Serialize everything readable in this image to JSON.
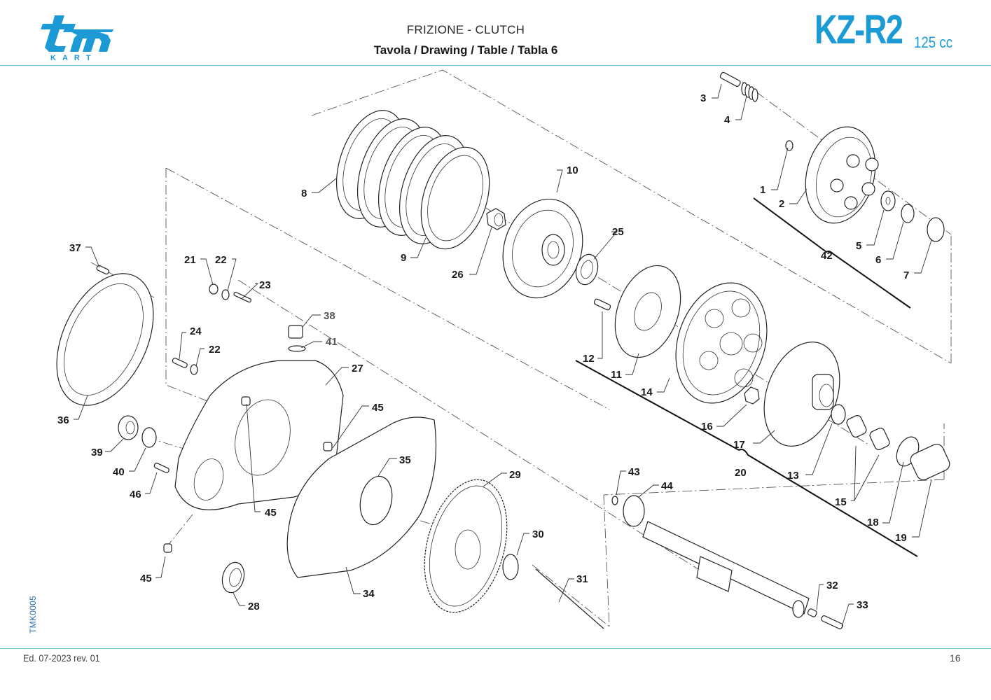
{
  "header": {
    "brand_logo": "tm",
    "brand_sub": "KART",
    "title": "FRIZIONE - CLUTCH",
    "subtitle": "Tavola / Drawing / Table  / Tabla  6",
    "model": "KZ-R2",
    "displacement": "125 cc"
  },
  "footer": {
    "edition": "Ed. 07-2023  rev. 01",
    "page_number": "16",
    "drawing_code": "TMK0005"
  },
  "colors": {
    "brand": "#1c9ad6",
    "rule": "#6ec1e4",
    "text": "#1a1a1a"
  },
  "parts": {
    "p1": "1",
    "p2": "2",
    "p3": "3",
    "p4": "4",
    "p5": "5",
    "p6": "6",
    "p7": "7",
    "p8": "8",
    "p9": "9",
    "p10": "10",
    "p11": "11",
    "p12": "12",
    "p13": "13",
    "p14": "14",
    "p15": "15",
    "p16": "16",
    "p17": "17",
    "p18": "18",
    "p19": "19",
    "p20": "20",
    "p21": "21",
    "p22a": "22",
    "p22b": "22",
    "p23": "23",
    "p24": "24",
    "p25": "25",
    "p26": "26",
    "p27": "27",
    "p28": "28",
    "p29": "29",
    "p30": "30",
    "p31": "31",
    "p32": "32",
    "p33": "33",
    "p34": "34",
    "p35": "35",
    "p36": "36",
    "p37": "37",
    "p38": "38",
    "p39": "39",
    "p40": "40",
    "p41": "41",
    "p42": "42",
    "p43": "43",
    "p44": "44",
    "p45a": "45",
    "p45b": "45",
    "p45c": "45",
    "p46": "46"
  }
}
